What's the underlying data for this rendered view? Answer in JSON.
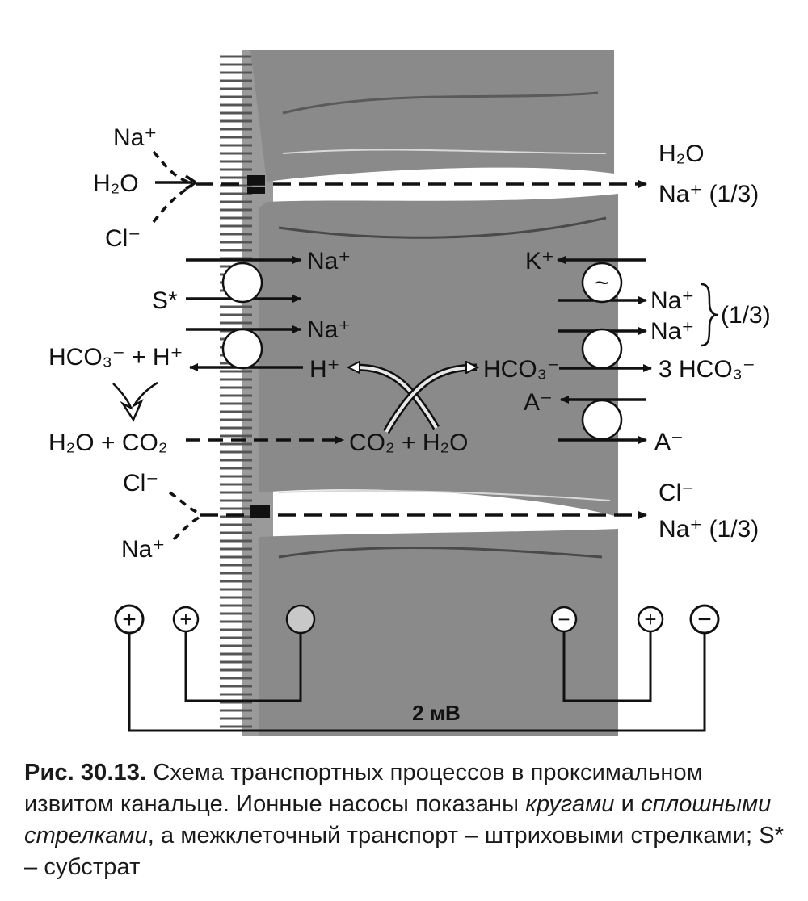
{
  "diagram": {
    "labels": {
      "na_top_left": "Na⁺",
      "h2o_top_left": "H₂O",
      "cl_top_left": "Cl⁻",
      "h2o_top_right": "H₂O",
      "na_top_right": "Na⁺ (1/3)",
      "na_apical_1": "Na⁺",
      "s_star": "S*",
      "na_apical_2": "Na⁺",
      "hco3_h_left": "HCO₃⁻ + H⁺",
      "h_plus": "H⁺",
      "hco3_mid": "HCO₃⁻",
      "three_hco3": "3 HCO₃⁻",
      "h2o_co2_left": "H₂O + CO₂",
      "co2_h2o_mid": "CO₂ + H₂O",
      "k_plus": "K⁺",
      "na_baso_1": "Na⁺",
      "na_baso_2": "Na⁺",
      "fraction_one_third": "(1/3)",
      "a_minus_1": "A⁻",
      "a_minus_2": "A⁻",
      "cl_bottom_left": "Cl⁻",
      "na_bottom_left": "Na⁺",
      "cl_bottom_right": "Cl⁻",
      "na_bottom_right": "Na⁺ (1/3)",
      "pump_tilde": "~",
      "plus": "+",
      "minus": "−",
      "voltage": "2 мВ"
    },
    "colors": {
      "cell": "#8a8a8a",
      "cell_dark": "#6f6f6f",
      "line": "#111111",
      "pump_fill": "#ffffff"
    }
  },
  "caption": {
    "fig_number": "Рис. 30.13.",
    "text_1": " Схема транспортных процессов в проксимальном извитом канальце. Ионные насосы показаны ",
    "italic_1": "кругами",
    "text_2": " и ",
    "italic_2": "сплошными стрелками",
    "text_3": ", а межклеточный транспорт – штриховыми стрелками; S* – субстрат"
  }
}
